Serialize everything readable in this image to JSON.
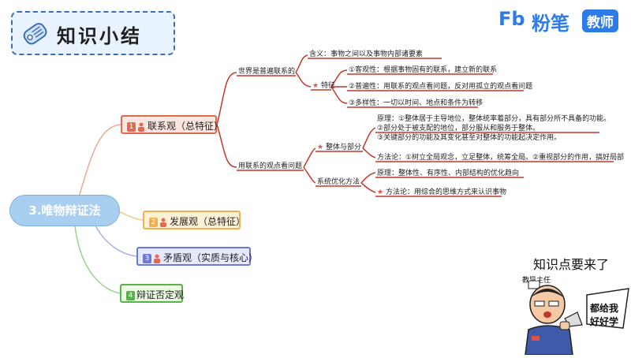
{
  "header": {
    "title": "知识小结",
    "brand_logo": "Fb",
    "brand_name": "粉笔",
    "brand_badge": "教师",
    "brand_color": "#2d7be6"
  },
  "mindmap": {
    "root": "3.唯物辩证法",
    "branches": [
      {
        "num": "1",
        "label": "联系观（总特征）",
        "color": "#e06b55"
      },
      {
        "num": "2",
        "label": "发展观（总特征）",
        "color": "#efb150"
      },
      {
        "num": "3",
        "label": "矛盾观（实质与核心）",
        "color": "#6a7ad6"
      },
      {
        "num": "4",
        "label": "辩证否定观",
        "color": "#57b34a"
      }
    ],
    "nodes": {
      "world": "世界是普遍联系的",
      "meaning": "含义：事物之间以及事物内部诸要素",
      "feature": "特征",
      "f1": "①客观性：根据事物固有的联系，建立新的联系",
      "f2": "②普遍性：用联系的观点看问题，反对用孤立的观点看问题",
      "f3": "③多样性：一切以时间、地点和条件为转移",
      "use": "用联系的观点看问题",
      "whole": "整体与部分",
      "p1": "原理：①整体居于主导地位，整体统率着部分，具有部分所不具备的功能。",
      "p2": "②部分处于被支配的地位，部分服从和服务于整体。",
      "p3": "③关键部分的功能及其变化甚至对整体的功能起决定作用。",
      "method": "方法论：①树立全局观念，立足整体，统筹全局。②重视部分的作用，搞好局部",
      "system": "系统优化方法",
      "sys_principle": "原理：整体性、有序性、内部结构的优化趋向",
      "sys_method": "方法论：用综合的思维方式来认识事物"
    }
  },
  "cartoon": {
    "sign": "知识点要来了",
    "teacher_label": "教导主任",
    "speech": "都给我好好学"
  }
}
